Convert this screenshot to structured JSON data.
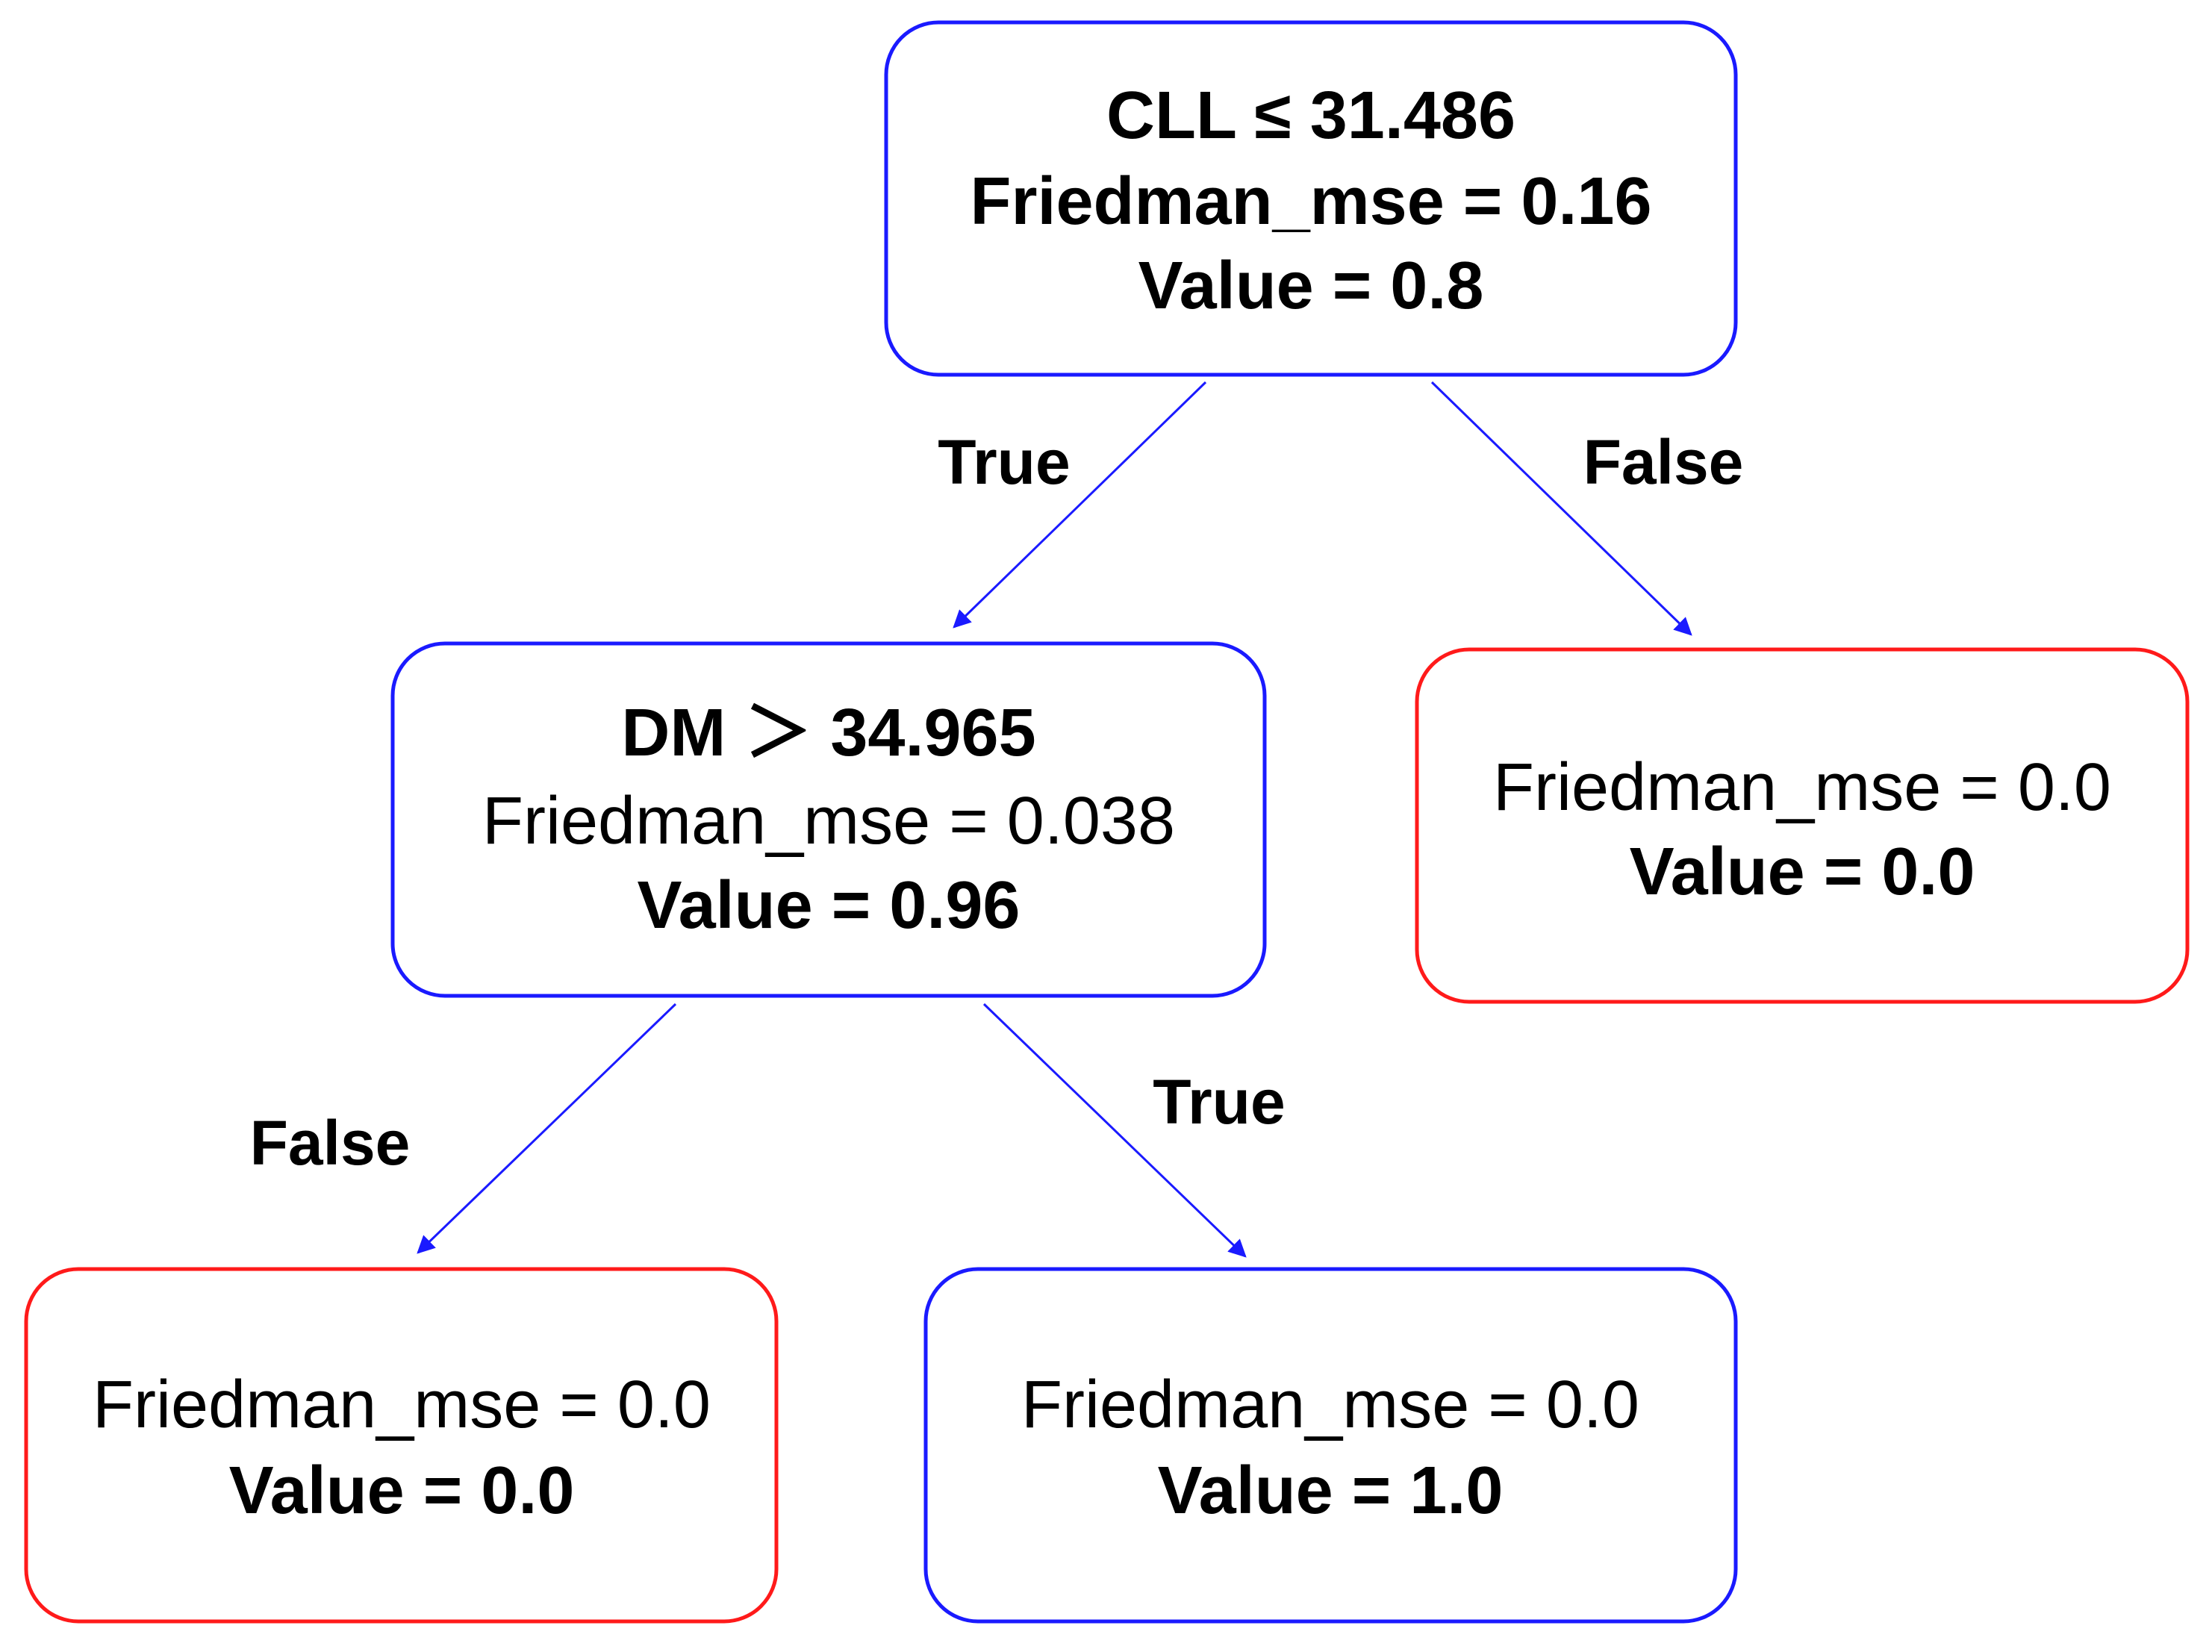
{
  "colors": {
    "split_border": "#1a1aff",
    "false_leaf_border": "#ff1a1a",
    "true_leaf_border": "#1a1aff",
    "edge": "#1a1aff"
  },
  "tree": {
    "root": {
      "condition": "CLL ≤ 31.486",
      "mse": "Friedman_mse = 0.16",
      "value": "Value = 0.8"
    },
    "split_dm": {
      "condition": "DM ＞ 34.965",
      "mse": "Friedman_mse = 0.038",
      "value": "Value = 0.96"
    },
    "leaf_right": {
      "mse": "Friedman_mse = 0.0",
      "value": "Value = 0.0"
    },
    "leaf_bottom_left": {
      "mse": "Friedman_mse = 0.0",
      "value": "Value = 0.0"
    },
    "leaf_bottom_right": {
      "mse": "Friedman_mse = 0.0",
      "value": "Value = 1.0"
    }
  },
  "edges": {
    "root_to_dm": "True",
    "root_to_right": "False",
    "dm_to_bottom_left": "False",
    "dm_to_bottom_right": "True"
  }
}
